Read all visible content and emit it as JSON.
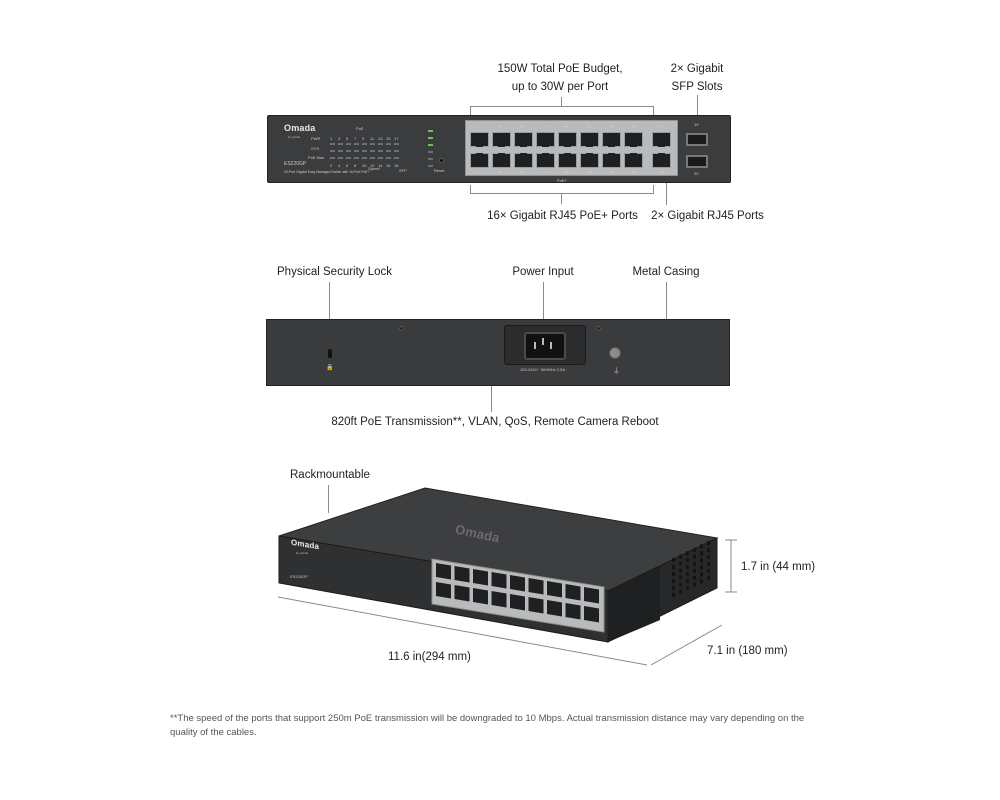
{
  "front": {
    "callouts": {
      "poe_budget_line1": "150W Total PoE Budget,",
      "poe_budget_line2": "up to 30W per Port",
      "sfp_line1": "2× Gigabit",
      "sfp_line2": "SFP Slots",
      "rj45_poe": "16× Gigabit RJ45 PoE+ Ports",
      "rj45_plain": "2× Gigabit RJ45 Ports"
    },
    "panel": {
      "brand": "Omada",
      "brand_sub": "by tp-link",
      "model": "ES220GP",
      "description": "20-Port Gigabit Easy Managed Switch with 16-Port PoE+",
      "led_labels": [
        "PWR",
        "SYS",
        "PoE Max"
      ],
      "poe_label": "PoE",
      "speed_label": "Speed",
      "sfp_label": "SFP",
      "reset_label": "Reset",
      "top_numbers": [
        "1",
        "3",
        "5",
        "7",
        "9",
        "11",
        "13",
        "15",
        "17"
      ],
      "bottom_numbers": [
        "2",
        "4",
        "6",
        "8",
        "10",
        "12",
        "14",
        "16",
        "18"
      ],
      "port_top_numbers": [
        "1",
        "3",
        "5",
        "7",
        "9",
        "11",
        "13",
        "15",
        "17",
        "19"
      ],
      "port_bottom_numbers": [
        "2",
        "4",
        "6",
        "8",
        "10",
        "12",
        "14",
        "16",
        "18",
        "20"
      ],
      "poe_plus": "PoE+"
    }
  },
  "rear": {
    "callouts": {
      "lock": "Physical Security Lock",
      "power": "Power Input",
      "casing": "Metal Casing",
      "features": "820ft PoE Transmission**, VLAN, QoS, Remote Camera Reboot"
    },
    "power_rating": "100-240V~ 50/60Hz 2.5A"
  },
  "iso": {
    "callouts": {
      "rack": "Rackmountable",
      "height": "1.7 in (44 mm)",
      "width": "11.6 in(294 mm)",
      "depth": "7.1  in (180 mm)"
    },
    "brand": "Omada",
    "brand_sub": "by tp-link",
    "model": "ES220GP"
  },
  "footnote": "**The speed of the ports that support 250m PoE transmission will be downgraded to 10 Mbps. Actual transmission distance may vary depending on the quality of the cables."
}
